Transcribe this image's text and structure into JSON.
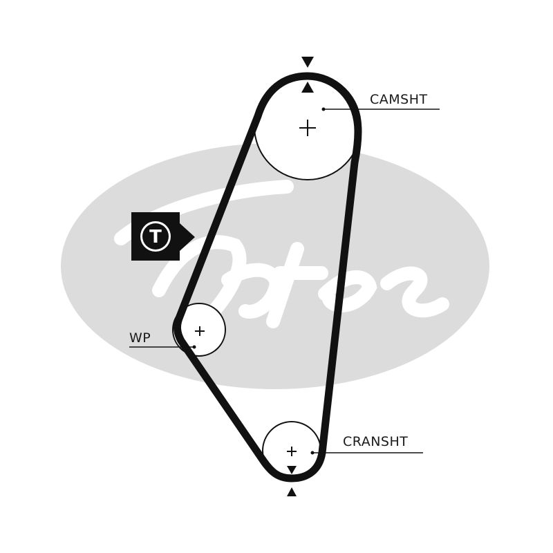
{
  "labels": {
    "camshaft": "CAMSHT",
    "water_pump": "WP",
    "crankshaft": "CRANSHT",
    "tensioner": "T"
  },
  "colors": {
    "ink": "#111111",
    "watermark": "#dcdcdc",
    "background": "#ffffff"
  },
  "icons": [
    "tensioner-icon",
    "timing-mark-arrow-icon",
    "pulley-center-cross-icon"
  ]
}
